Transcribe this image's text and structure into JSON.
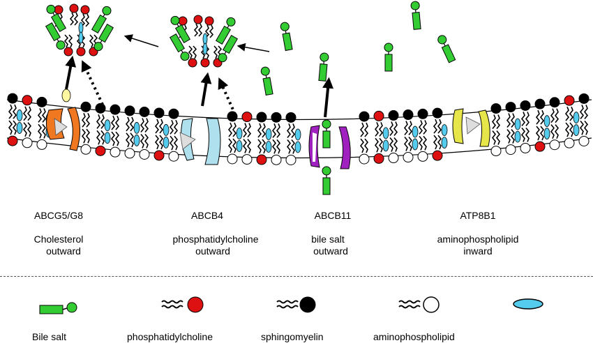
{
  "transporters": [
    {
      "name": "ABCG5/G8",
      "line1": "Cholesterol",
      "line2": "outward"
    },
    {
      "name": "ABCB4",
      "line1": "phosphatidylcholine",
      "line2": "outward"
    },
    {
      "name": "ABCB11",
      "line1": "bile salt",
      "line2": "outward"
    },
    {
      "name": "ATP8B1",
      "line1": "aminophospholipid",
      "line2": "inward"
    }
  ],
  "legend": {
    "bile_salt": "Bile salt",
    "phosphatidylcholine": "phosphatidylcholine",
    "sphingomyelin": "sphingomyelin",
    "aminophospholipid": "aminophospholipid"
  },
  "colors": {
    "bile_salt": "#33cc33",
    "phosphatidylcholine": "#dd1111",
    "sphingomyelin": "#000000",
    "aminophospholipid": "#ffffff",
    "cholesterol": "#55ccee",
    "abcg5_g8": "#f07820",
    "abcb4": "#aee0ee",
    "abcb11": "#a020c0",
    "atp8b1": "#e6e64a"
  }
}
